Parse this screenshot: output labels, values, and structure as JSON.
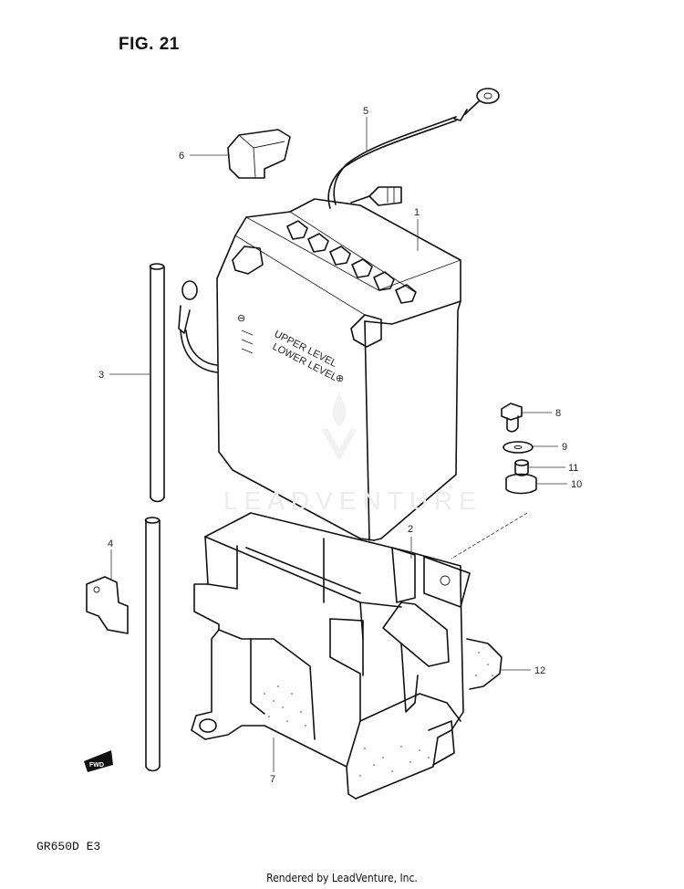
{
  "figure_title": "FIG. 21",
  "model_code": "GR650D  E3",
  "footer": "Rendered by LeadVenture, Inc.",
  "watermark": "LEADVENTURE",
  "battery_labels": [
    "UPPER LEVEL",
    "LOWER LEVEL"
  ],
  "fwd_label": "FWD",
  "callouts": [
    "1",
    "2",
    "3",
    "4",
    "5",
    "6",
    "7",
    "8",
    "9",
    "10",
    "11",
    "12"
  ]
}
